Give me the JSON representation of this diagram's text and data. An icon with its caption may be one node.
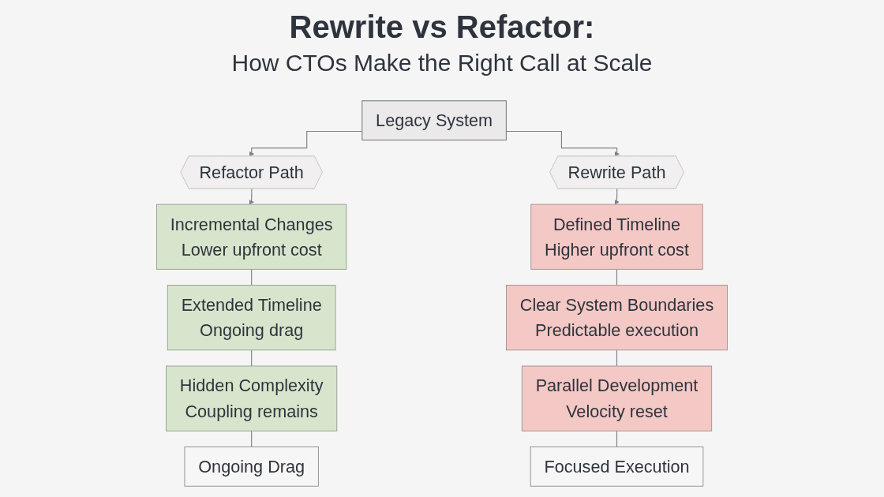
{
  "diagram": {
    "title": "Rewrite vs Refactor:",
    "nodes": [
      {
        "text": [
          "Legacy System"
        ]
      },
      {
        "text": [
          "Refactor Path"
        ]
      },
      {
        "text": [
          "Rewrite Path"
        ]
      },
      {
        "text": [
          "Incremental Changes",
          "Lower upfront cost"
        ]
      },
      {
        "text": [
          "Extended Timeline",
          "Ongoing drag"
        ]
      },
      {
        "text": [
          "Hidden Complexity",
          "Coupling remains"
        ]
      },
      {
        "text": [
          "Ongoing Drag"
        ]
      },
      {
        "text": [
          "Defined Timeline",
          "Higher upfront cost"
        ]
      },
      {
        "text": [
          "Clear System Boundaries",
          "Predictable execution"
        ]
      },
      {
        "text": [
          "Parallel Development",
          "Velocity reset"
        ]
      },
      {
        "text": [
          "Focused Execution"
        ]
      }
    ],
    "edges": [
      {
        "from": 0,
        "to": 1,
        "arrow": "to"
      },
      {
        "from": 0,
        "to": 2,
        "arrow": "to"
      },
      {
        "from": 1,
        "to": 3,
        "arrow": "to"
      },
      {
        "from": 3,
        "to": 4,
        "arrow": "none"
      },
      {
        "from": 4,
        "to": 5,
        "arrow": "none"
      },
      {
        "from": 5,
        "to": 6,
        "arrow": "none"
      },
      {
        "from": 2,
        "to": 7,
        "arrow": "to"
      },
      {
        "from": 7,
        "to": 8,
        "arrow": "none"
      },
      {
        "from": 8,
        "to": 9,
        "arrow": "none"
      },
      {
        "from": 9,
        "to": 10,
        "arrow": "none"
      }
    ],
    "labels": [
      "How CTOs Make the Right Call at Scale"
    ]
  }
}
